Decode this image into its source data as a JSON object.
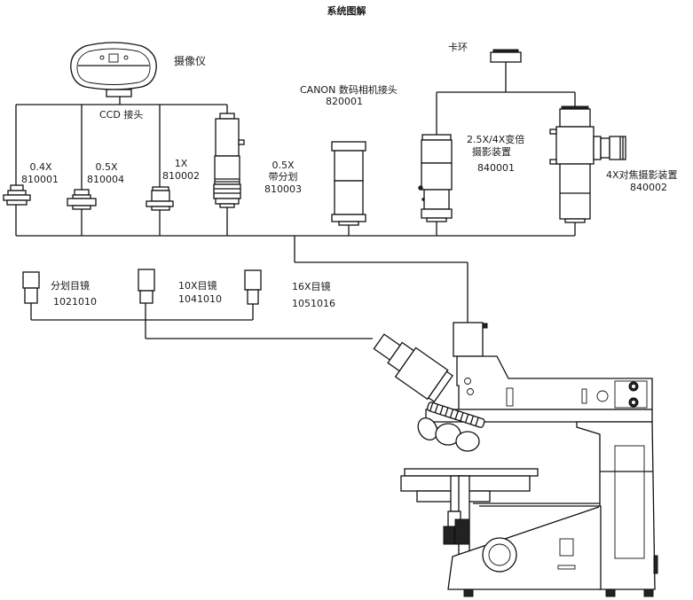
{
  "title": "系统图解",
  "camera": {
    "label": "摄像仪"
  },
  "ccd_adapter": {
    "label": "CCD 接头"
  },
  "ccd_adapters": [
    {
      "mag": "0.4X",
      "code": "810001"
    },
    {
      "mag": "0.5X",
      "code": "810004"
    },
    {
      "mag": "1X",
      "code": "810002"
    },
    {
      "mag": "0.5X",
      "note": "带分划",
      "code": "810003"
    }
  ],
  "canon_adapter": {
    "label": "CANON 数码相机接头",
    "code": "820001"
  },
  "clamp_ring": {
    "label": "卡环"
  },
  "photo_zoom": {
    "label_line1": "2.5X/4X变倍",
    "label_line2": "摄影装置",
    "code": "840001"
  },
  "photo_focus": {
    "label": "4X对焦摄影装置",
    "code": "840002"
  },
  "eyepieces": [
    {
      "label": "分划目镜",
      "code": "1021010"
    },
    {
      "label": "10X目镜",
      "code": "1041010"
    },
    {
      "label": "16X目镜",
      "code": "1051016"
    }
  ],
  "microscope": {
    "name": "microscope-body"
  }
}
